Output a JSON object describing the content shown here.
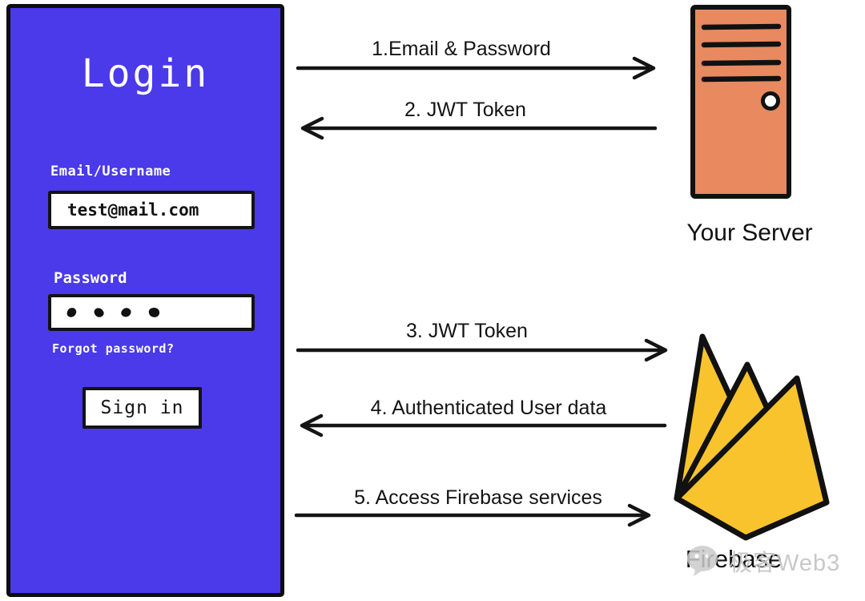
{
  "panel": {
    "title": "Login",
    "bg_color": "#4a3ae9",
    "email_label": "Email/Username",
    "email_value": "test@mail.com",
    "password_label": "Password",
    "password_dot_count": 4,
    "forgot_link": "Forgot password?",
    "signin_label": "Sign in"
  },
  "flows": [
    {
      "label": "1.Email & Password",
      "direction": "right",
      "from": "login",
      "to": "server"
    },
    {
      "label": "2. JWT Token",
      "direction": "left",
      "from": "server",
      "to": "login"
    },
    {
      "label": "3. JWT Token",
      "direction": "right",
      "from": "login",
      "to": "firebase"
    },
    {
      "label": "4. Authenticated User data",
      "direction": "left",
      "from": "firebase",
      "to": "login"
    },
    {
      "label": "5. Access Firebase services",
      "direction": "right",
      "from": "login",
      "to": "firebase"
    }
  ],
  "server": {
    "label": "Your Server",
    "color": "#e8895f"
  },
  "firebase": {
    "label": "Firebase",
    "flame_color": "#f8c32c"
  },
  "watermark": {
    "text": "极客Web3",
    "color": "#c4c4c4"
  },
  "arrow_color": "#141414"
}
